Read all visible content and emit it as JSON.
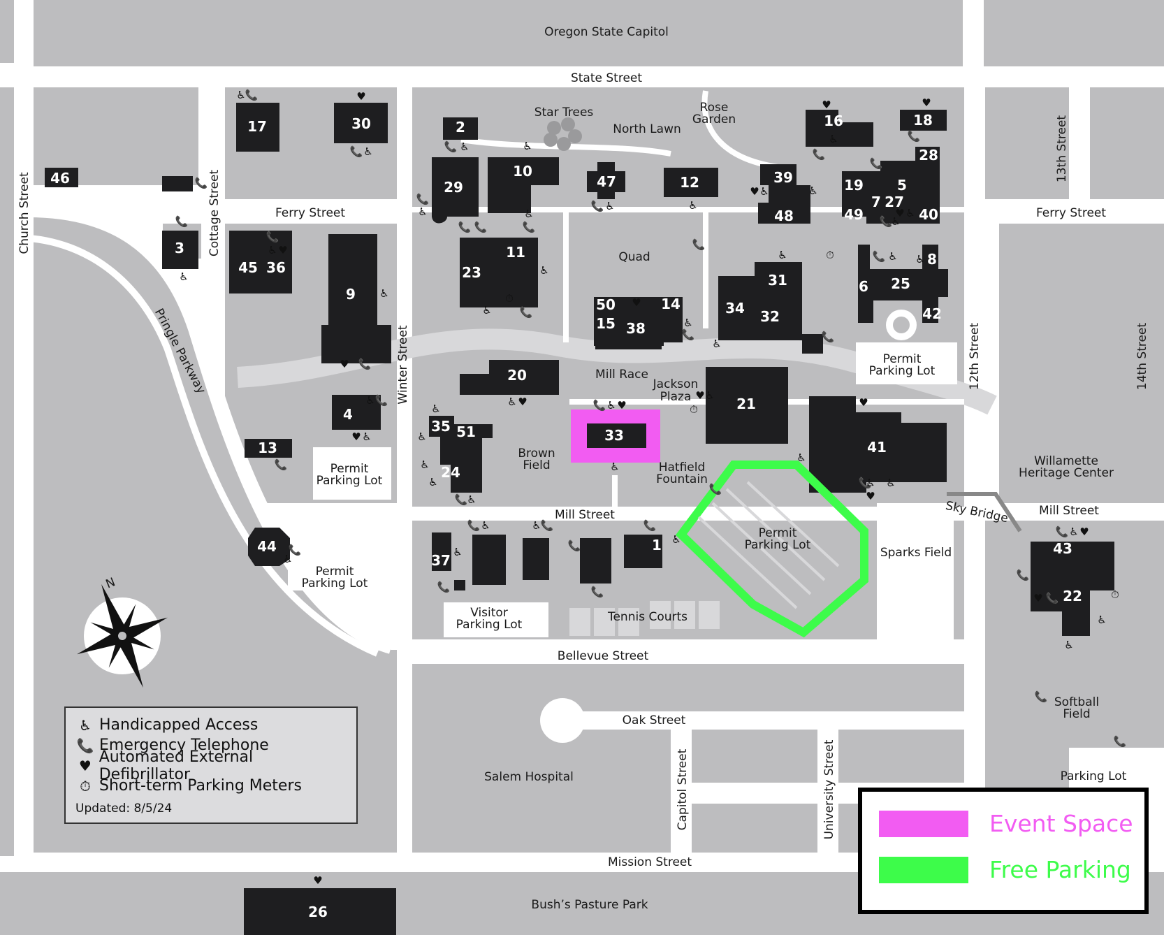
{
  "landmarks": {
    "capitol": "Oregon State Capitol",
    "star_trees": "Star Trees",
    "north_lawn": "North Lawn",
    "rose_1": "Rose",
    "rose_2": "Garden",
    "quad": "Quad",
    "mill_race": "Mill Race",
    "jackson_1": "Jackson",
    "jackson_2": "Plaza",
    "brown_1": "Brown",
    "brown_2": "Field",
    "hatfield_1": "Hatfield",
    "hatfield_2": "Fountain",
    "permit_1": "Permit",
    "permit_2": "Parking Lot",
    "sparks": "Sparks Field",
    "sky_bridge": "Sky Bridge",
    "willamette_1": "Willamette",
    "willamette_2": "Heritage Center",
    "visitor_1": "Visitor",
    "visitor_2": "Parking Lot",
    "tennis": "Tennis Courts",
    "softball_1": "Softball",
    "softball_2": "Field",
    "parking_lot": "Parking Lot",
    "salem_hospital": "Salem Hospital",
    "bush": "Bush’s Pasture Park"
  },
  "streets": {
    "state": "State Street",
    "ferry": "Ferry Street",
    "mill": "Mill Street",
    "bellevue": "Bellevue Street",
    "oak": "Oak Street",
    "mission": "Mission Street",
    "church": "Church Street",
    "cottage": "Cottage Street",
    "winter": "Winter Street",
    "twelfth": "12th Street",
    "thirteenth": "13th Street",
    "fourteenth": "14th Street",
    "capitol": "Capitol Street",
    "university": "University Street",
    "pringle": "Pringle Parkway"
  },
  "buildings": [
    "1",
    "2",
    "3",
    "4",
    "5",
    "6",
    "7",
    "8",
    "9",
    "10",
    "11",
    "12",
    "13",
    "14",
    "15",
    "16",
    "17",
    "18",
    "19",
    "20",
    "21",
    "22",
    "23",
    "24",
    "25",
    "26",
    "27",
    "28",
    "29",
    "30",
    "31",
    "32",
    "33",
    "34",
    "35",
    "36",
    "37",
    "38",
    "39",
    "40",
    "41",
    "42",
    "43",
    "44",
    "45",
    "46",
    "47",
    "48",
    "49",
    "50",
    "51"
  ],
  "compass": "N",
  "legend": {
    "items": [
      {
        "icon": "handicapped-icon",
        "glyph": "♿",
        "label": "Handicapped Access"
      },
      {
        "icon": "phone-icon",
        "glyph": "📞",
        "label": "Emergency Telephone"
      },
      {
        "icon": "heart-icon",
        "glyph": "♥",
        "label": "Automated External Defibrillator"
      },
      {
        "icon": "parking-meter-icon",
        "glyph": "⏱",
        "label": "Short-term Parking Meters"
      }
    ],
    "updated": "Updated: 8/5/24"
  },
  "key": {
    "event": {
      "label": "Event Space",
      "color": "#f25cf2"
    },
    "parking": {
      "label": "Free Parking",
      "color": "#3dfc4a"
    }
  },
  "colors": {
    "block": "#bdbdbf",
    "building": "#1e1e20",
    "road": "#ffffff"
  }
}
